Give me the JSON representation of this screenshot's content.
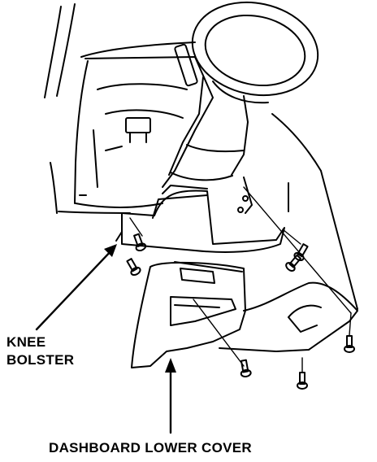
{
  "callouts": {
    "knee_bolster": {
      "line1": "KNEE",
      "line2": "BOLSTER"
    },
    "dashboard_lower_cover": "DASHBOARD LOWER COVER"
  },
  "colors": {
    "ink": "#000000",
    "paper": "#ffffff"
  }
}
